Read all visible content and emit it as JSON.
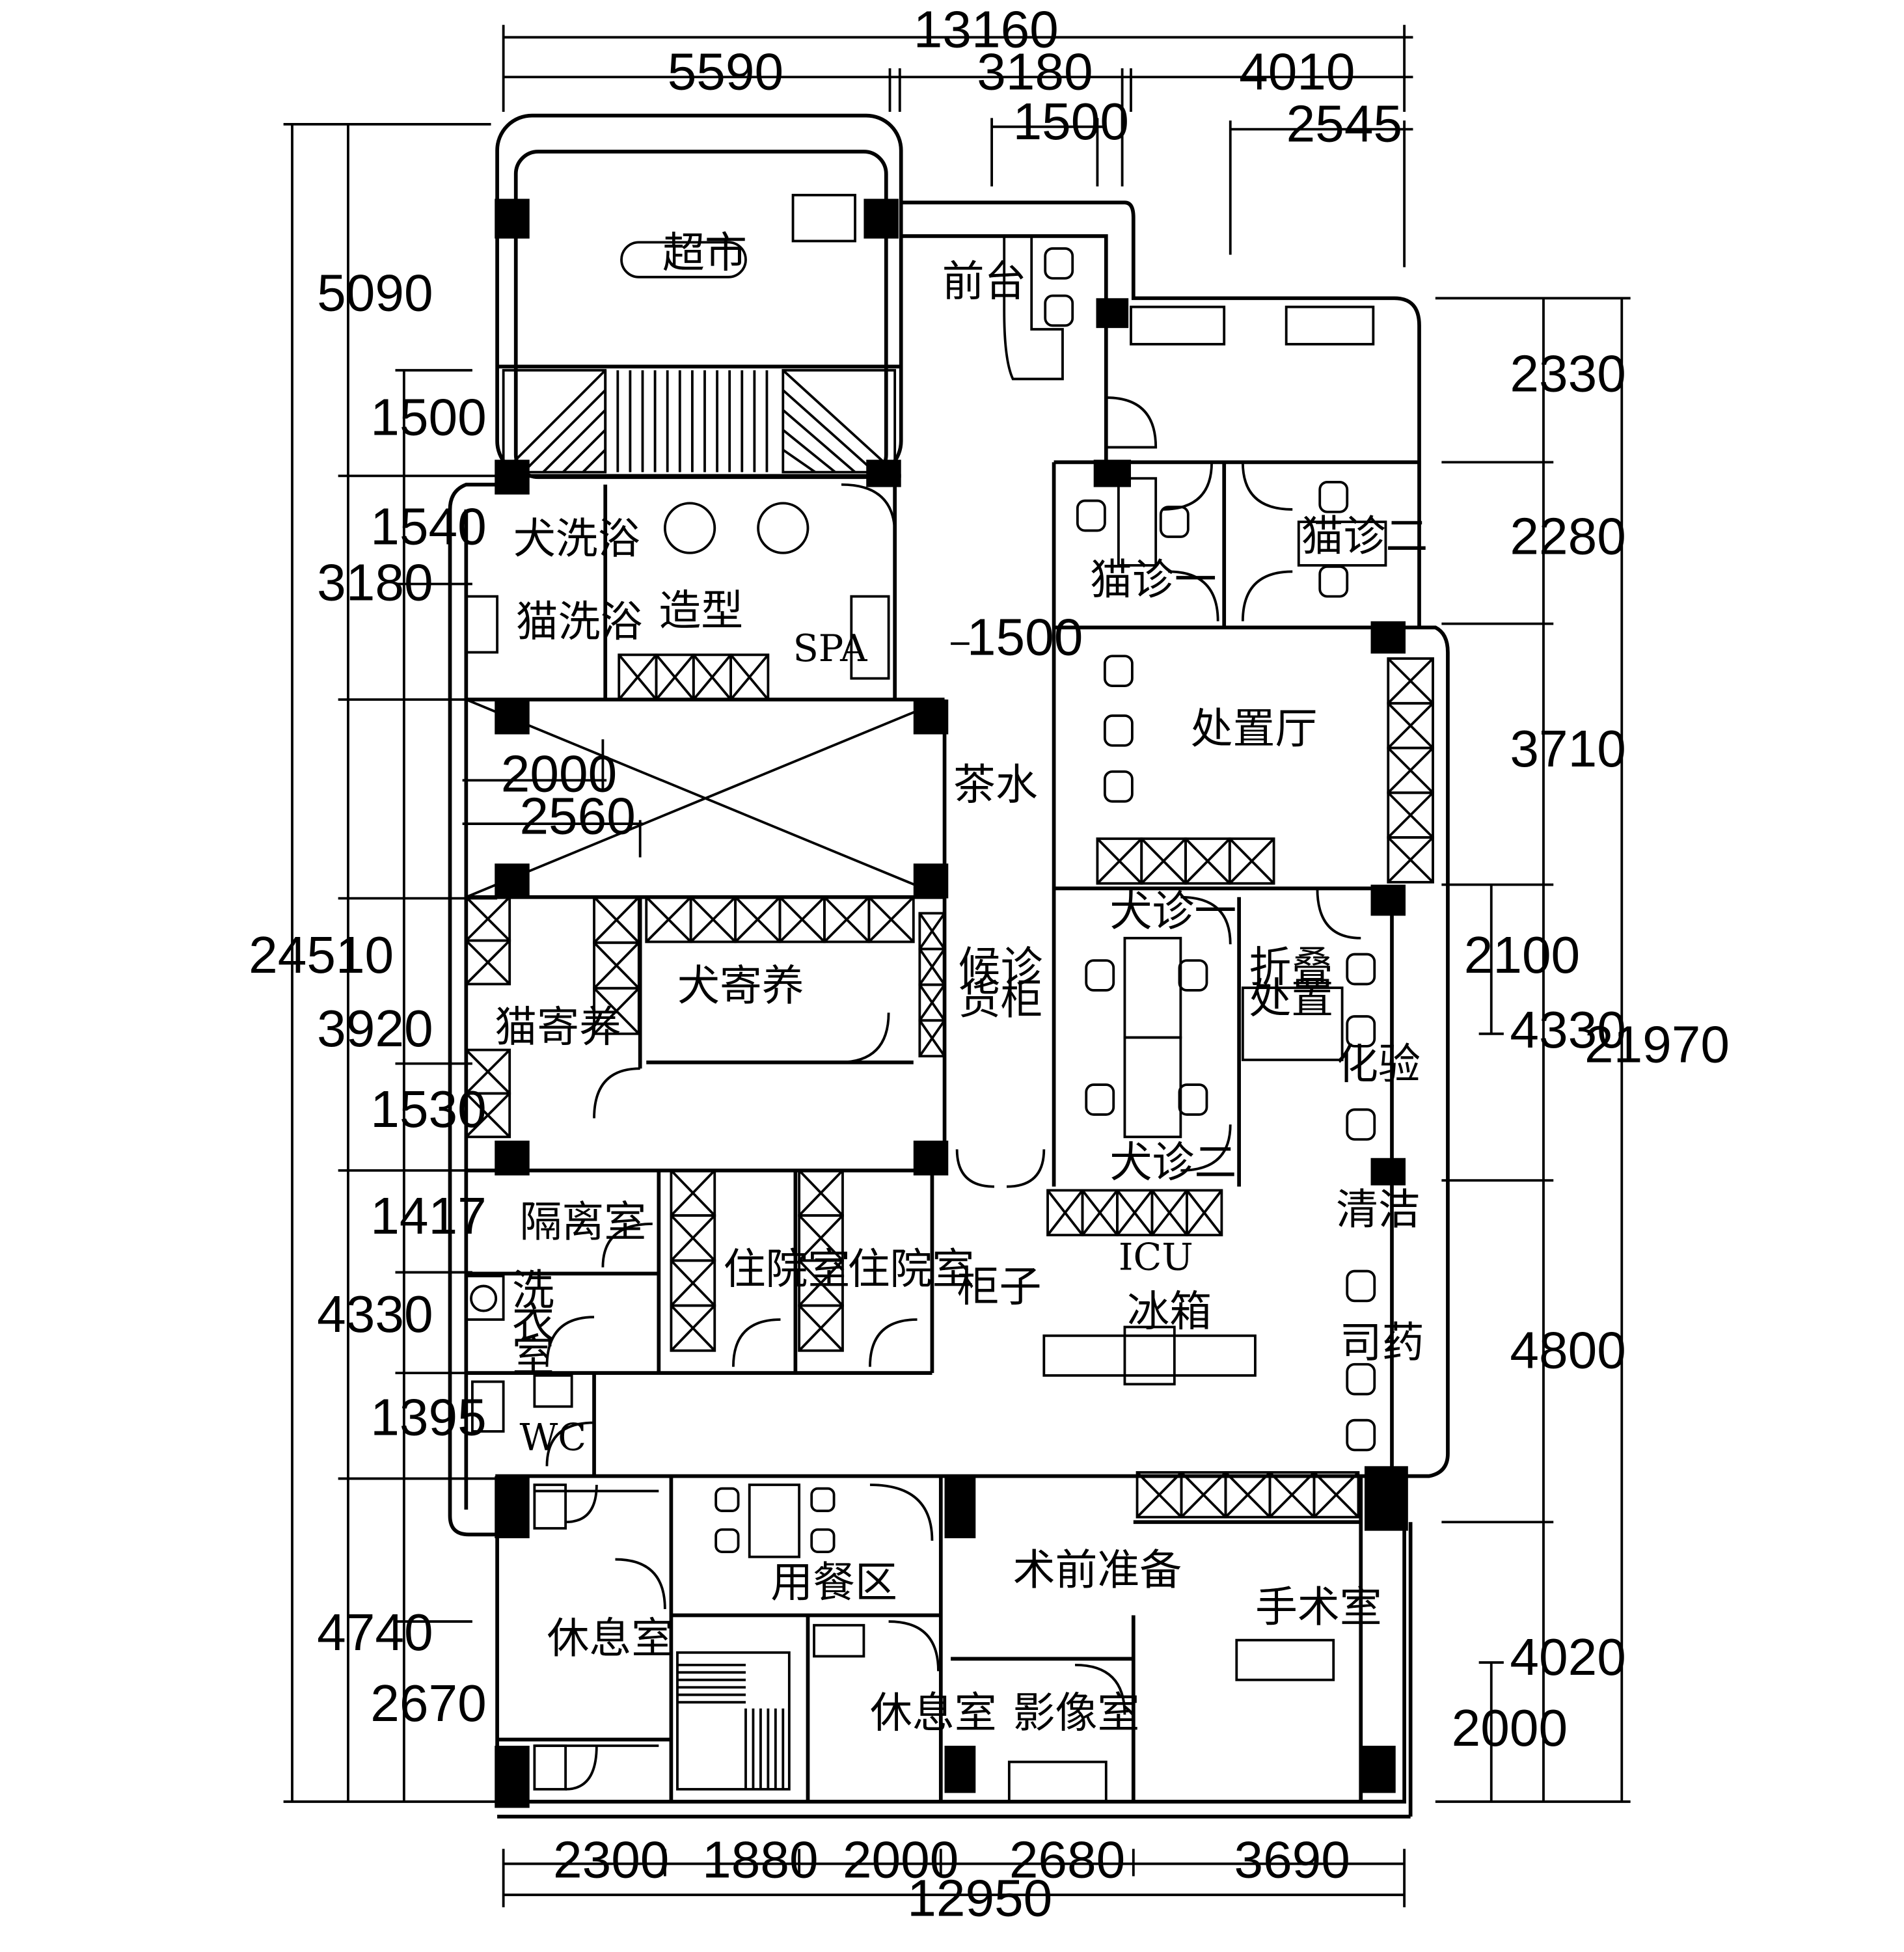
{
  "colors": {
    "line": "#000000",
    "background": "#ffffff"
  },
  "rooms": {
    "supermarket": "超市",
    "reception": "前台",
    "dog_bath": "犬洗浴",
    "cat_bath": "猫洗浴",
    "grooming": "造型",
    "spa": "SPA",
    "cat_clinic_1": "猫诊一",
    "cat_clinic_2": "猫诊二",
    "treatment_hall": "处置厅",
    "tea": "茶水",
    "waiting_1": "候诊",
    "waiting_2": "货柜",
    "dog_boarding": "犬寄养",
    "cat_boarding": "猫寄养",
    "dog_clinic_1": "犬诊一",
    "dog_clinic_2": "犬诊二",
    "folding_1": "折叠",
    "folding_2": "处置",
    "lab": "化验",
    "cleaning": "清洁",
    "icu": "ICU",
    "isolation": "隔离室",
    "laundry_1": "洗",
    "laundry_2": "衣",
    "laundry_3": "室",
    "wc": "WC",
    "ward_1": "住院室",
    "ward_2": "住院室",
    "cabinet": "柜子",
    "fridge": "冰箱",
    "pharmacy": "司药",
    "dining": "用餐区",
    "rest_1": "休息室",
    "rest_2": "休息室",
    "preop": "术前准备",
    "imaging": "影像室",
    "surgery": "手术室"
  },
  "dimensions": {
    "top_total": "13160",
    "top_a": "5590",
    "top_b": "3180",
    "top_c": "4010",
    "top_d": "1500",
    "top_e": "2545",
    "left_total": "24510",
    "left_a": "5090",
    "left_b": "3180",
    "left_c": "3920",
    "left_d": "4330",
    "left_e": "4740",
    "left_in_a": "1500",
    "left_in_b": "1540",
    "left_in_c": "1530",
    "left_in_d": "1417",
    "left_in_e": "1395",
    "left_in_f": "2670",
    "right_total": "21970",
    "right_a": "2330",
    "right_b": "2280",
    "right_c": "3710",
    "right_d": "4330",
    "right_e": "4800",
    "right_f": "4020",
    "right_in_a": "2100",
    "right_in_b": "2000",
    "inner_corridor": "1500",
    "inner_void_a": "2000",
    "inner_void_b": "2560",
    "bottom_total": "12950",
    "bottom_a": "2300",
    "bottom_b": "1880",
    "bottom_c": "2000",
    "bottom_d": "2680",
    "bottom_e": "3690"
  }
}
